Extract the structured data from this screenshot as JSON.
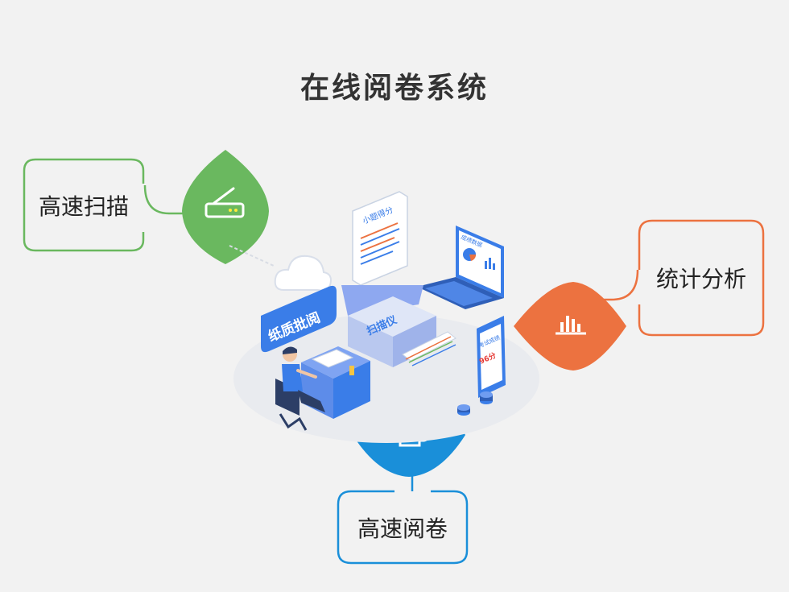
{
  "title": "在线阅卷系统",
  "features": {
    "scan": {
      "label": "高速扫描",
      "color": "#6ab85f",
      "icon": "scanner-icon"
    },
    "stats": {
      "label": "统计分析",
      "color": "#ec7240",
      "icon": "bar-chart-icon"
    },
    "grading": {
      "label": "高速阅卷",
      "color": "#1a8fd9",
      "icon": "printer-icon"
    }
  },
  "illustration": {
    "paper_sign": "纸质批阅",
    "scanner_label": "扫描仪",
    "doc_title": "小题得分",
    "laptop_title": "成绩数据",
    "phone_title": "考试成绩",
    "phone_score": "96分"
  }
}
